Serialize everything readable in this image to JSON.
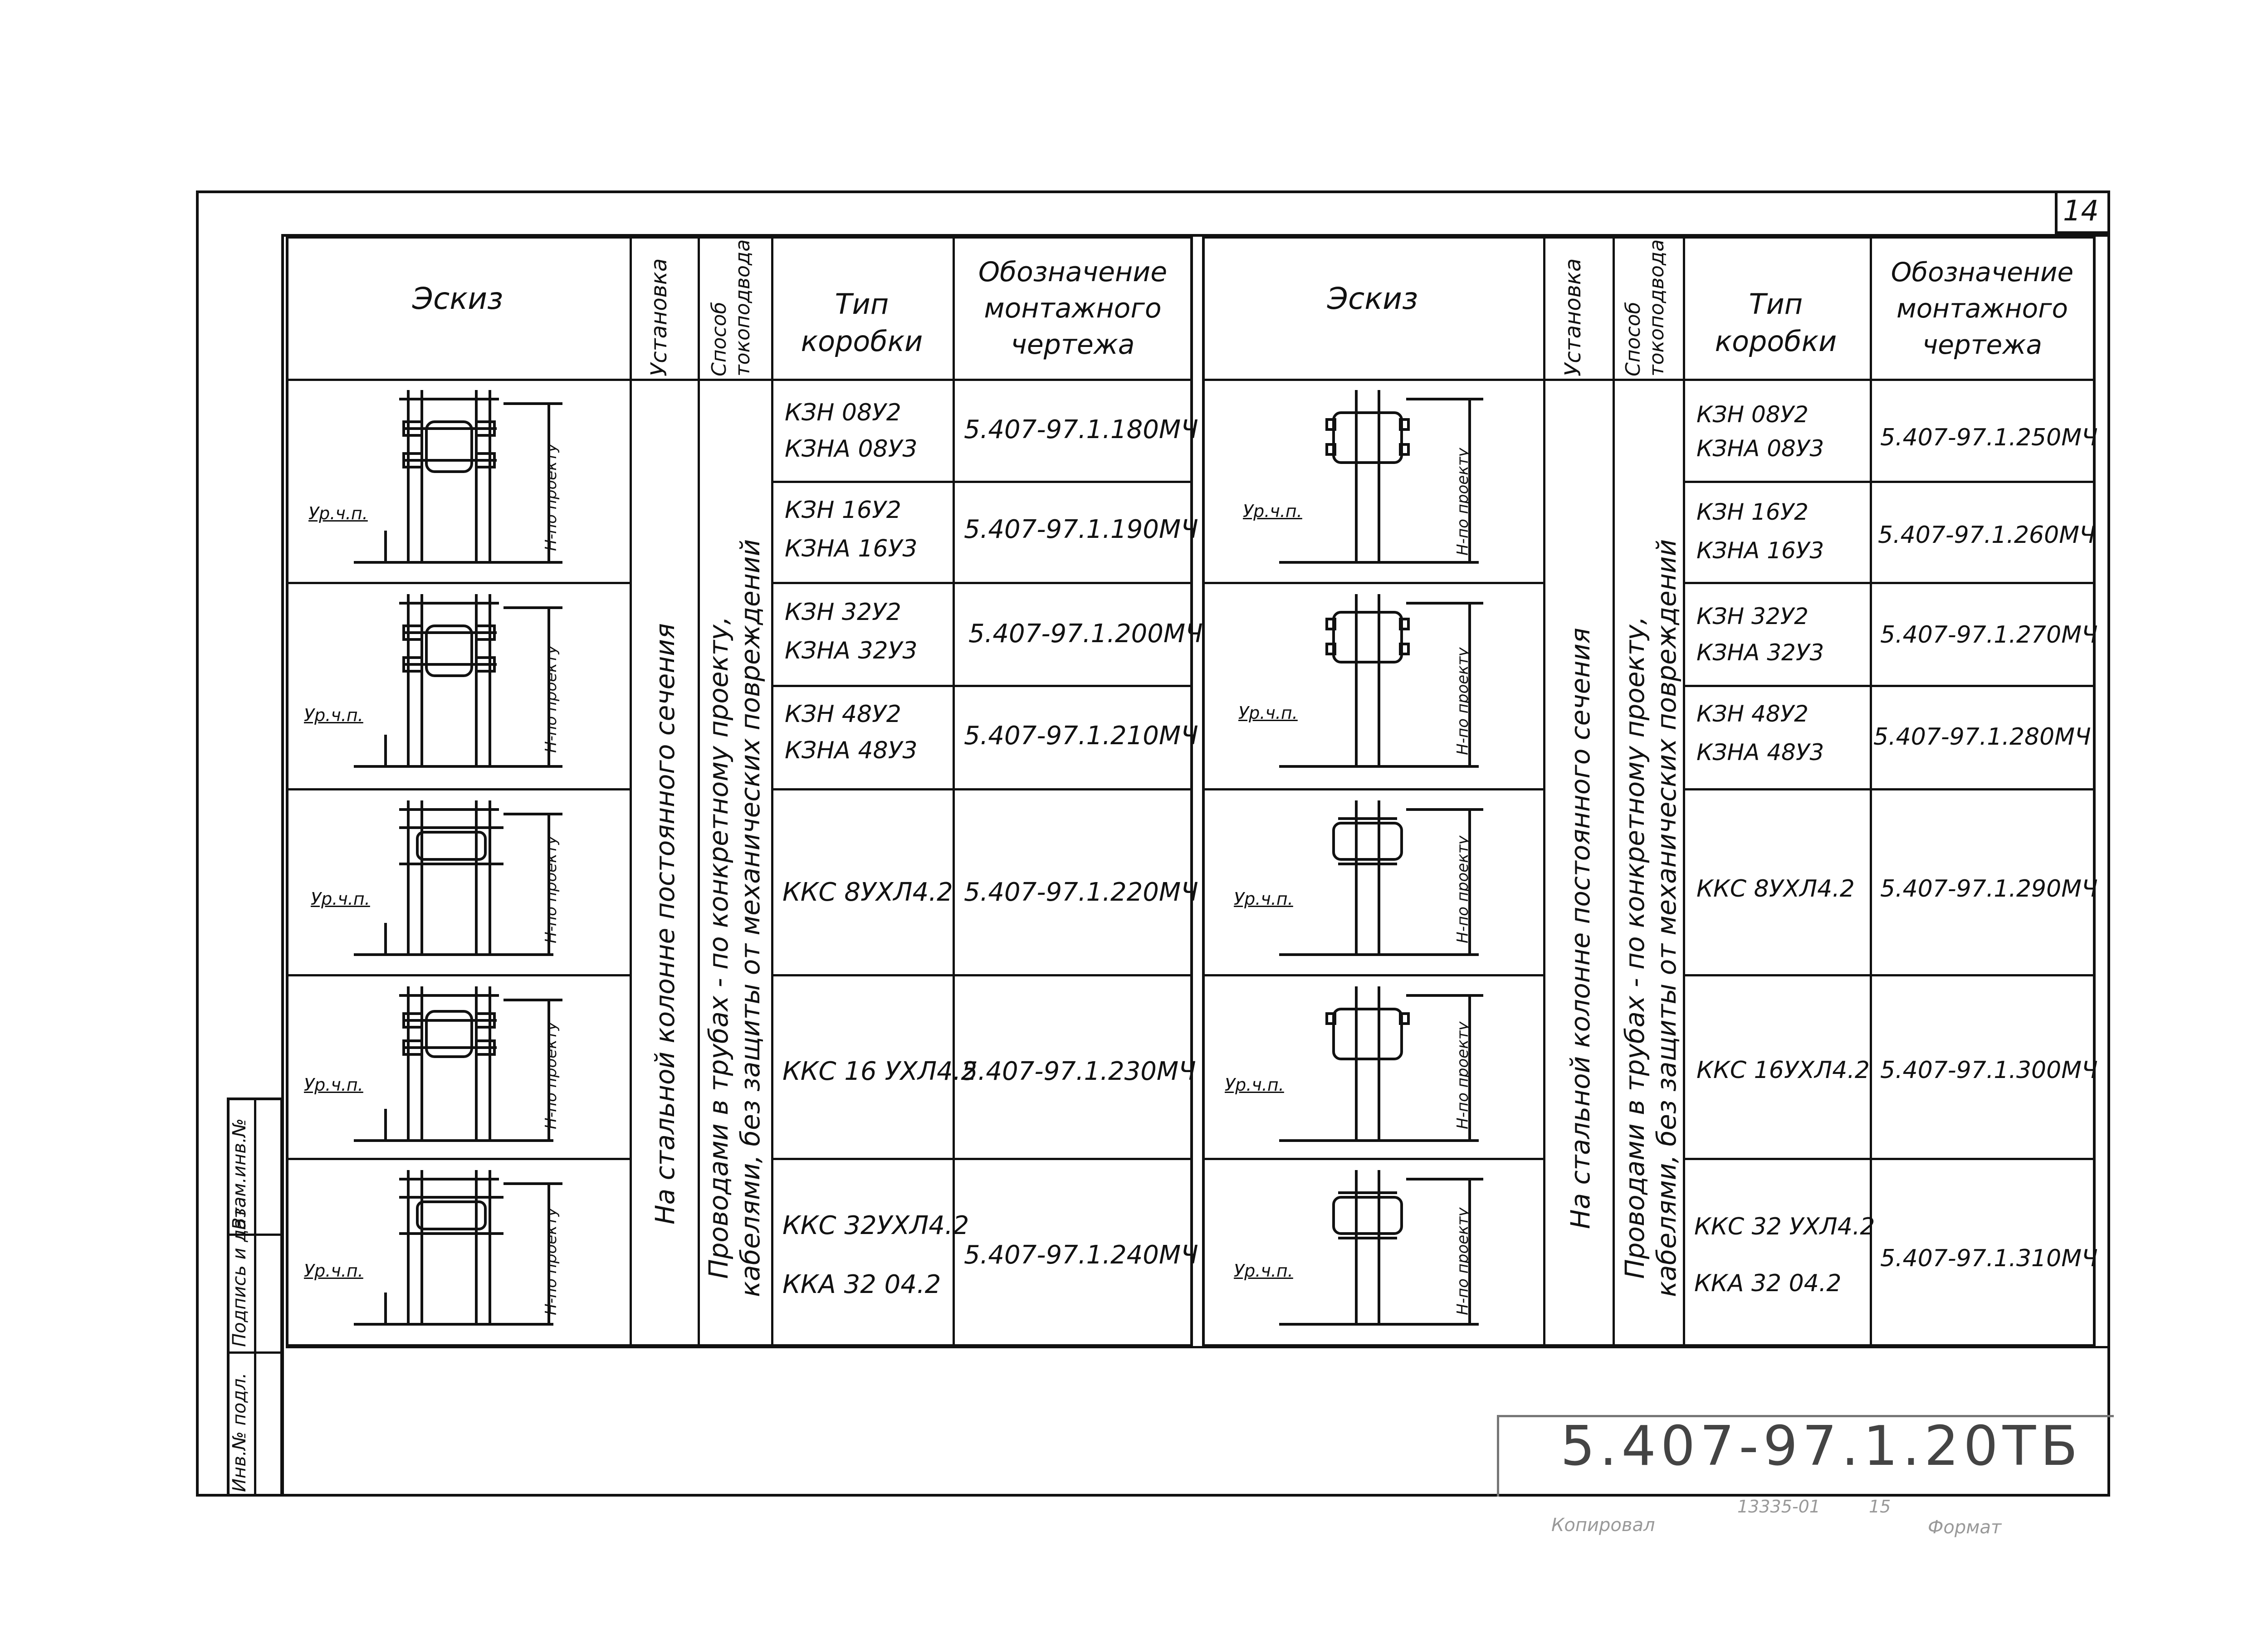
{
  "sheet_number": "14",
  "designation": "5.407-97.1.20ТБ",
  "footer_small_1": "Копировал",
  "footer_small_2": "13335-01",
  "footer_small_3": "15",
  "footer_small_4": "Формат",
  "side_stamp": [
    "Инв.№ подл.",
    "Подпись и дата",
    "Взам.инв.№"
  ],
  "headers": {
    "sketch": "Эскиз",
    "install": "Установка",
    "method": "Способ токоподвода",
    "box_type": "Тип коробки",
    "drawing": "Обозначение монтажного чертежа"
  },
  "install_text": "На стальной колонне постоянного сечения",
  "method_text_1": "Проводами в трубах - по конкретному проекту,",
  "method_text_2": "кабелями, без защиты от механических повреждений",
  "sketch_labels": {
    "level": "Ур.ч.п.",
    "height": "Н-по проекту"
  },
  "left_rows": [
    {
      "box1": "КЗН 08У2",
      "box2": "КЗНА 08У3",
      "drawing1": "5.407-97.1.180МЧ",
      "box3": "КЗН 16У2",
      "box4": "КЗНА 16У3",
      "drawing2": "5.407-97.1.190МЧ"
    },
    {
      "box1": "КЗН 32У2",
      "box2": "КЗНА 32У3",
      "drawing1": "5.407-97.1.200МЧ",
      "box3": "КЗН 48У2",
      "box4": "КЗНА 48У3",
      "drawing2": "5.407-97.1.210МЧ"
    },
    {
      "box1": "ККС 8УХЛ4.2",
      "drawing1": "5.407-97.1.220МЧ"
    },
    {
      "box1": "ККС 16 УХЛ4.2",
      "drawing1": "5.407-97.1.230МЧ"
    },
    {
      "box1": "ККС 32УХЛ4.2",
      "box2": "ККА 32 04.2",
      "drawing1": "5.407-97.1.240МЧ"
    }
  ],
  "right_rows": [
    {
      "box1": "КЗН 08У2",
      "box2": "КЗНА 08У3",
      "drawing1": "5.407-97.1.250МЧ",
      "box3": "КЗН 16У2",
      "box4": "КЗНА 16У3",
      "drawing2": "5.407-97.1.260МЧ"
    },
    {
      "box1": "КЗН 32У2",
      "box2": "КЗНА 32У3",
      "drawing1": "5.407-97.1.270МЧ",
      "box3": "КЗН 48У2",
      "box4": "КЗНА 48У3",
      "drawing2": "5.407-97.1.280МЧ"
    },
    {
      "box1": "ККС 8УХЛ4.2",
      "drawing1": "5.407-97.1.290МЧ"
    },
    {
      "box1": "ККС 16УХЛ4.2",
      "drawing1": "5.407-97.1.300МЧ"
    },
    {
      "box1": "ККС 32 УХЛ4.2",
      "box2": "ККА 32 04.2",
      "drawing1": "5.407-97.1.310МЧ"
    }
  ]
}
